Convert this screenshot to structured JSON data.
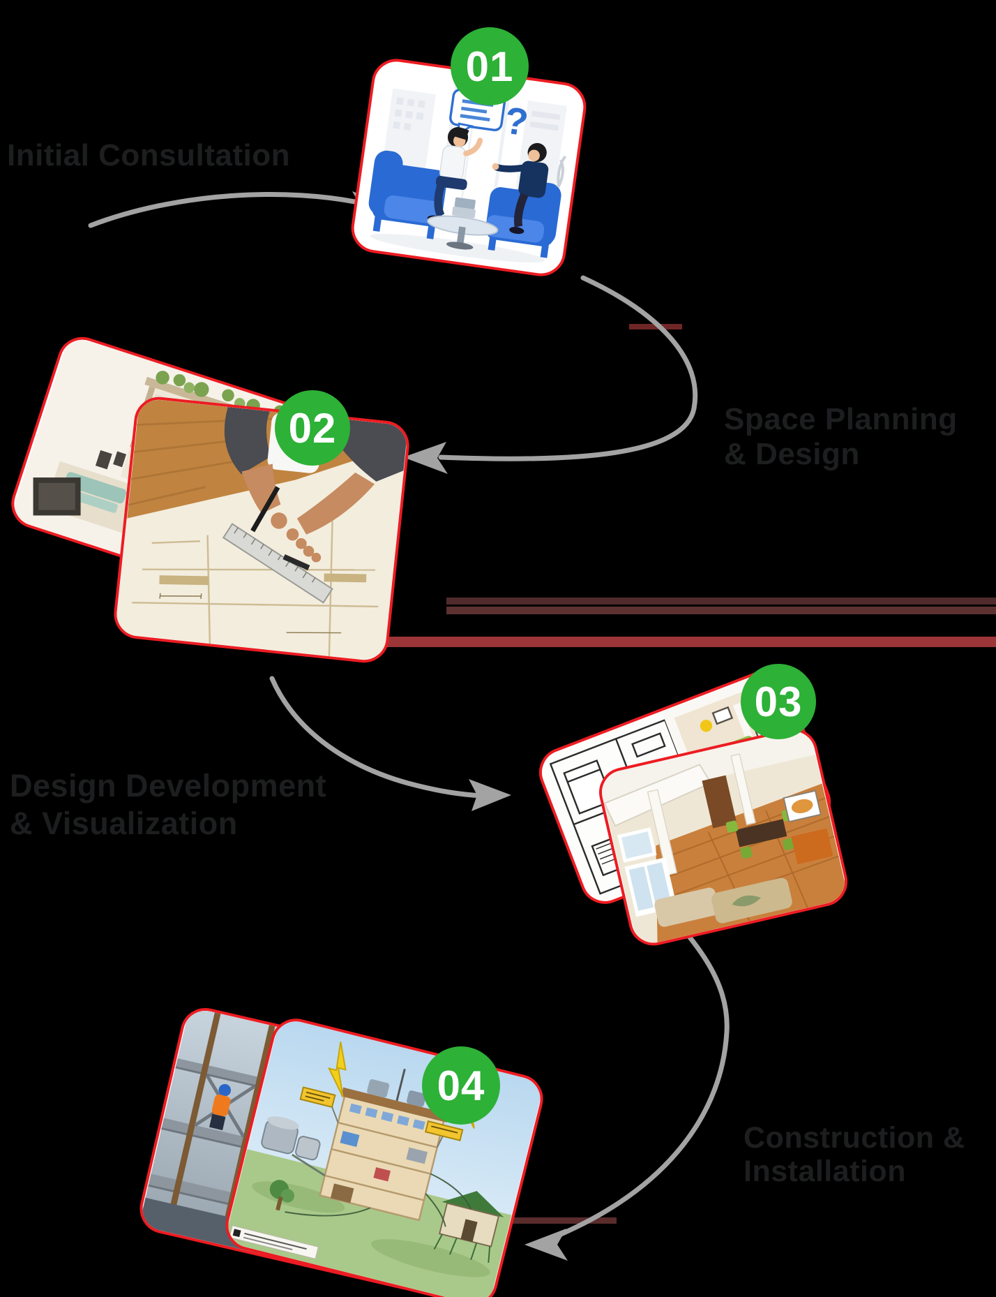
{
  "background": "#000000",
  "colors": {
    "badge_green": "#2db137",
    "card_border": "#ec1c22",
    "arrow_gray": "#a3a3a3",
    "label_text": "#1d1e1f",
    "stripe_dark": "#4f2b2b",
    "stripe_mid": "#5c3130",
    "stripe_bright": "#9c3538",
    "stripe_small": "#5a2c2c"
  },
  "steps": [
    {
      "badge": "01",
      "label_lines": [
        "Initial Consultation"
      ],
      "image_front": "client-consultation-illustration"
    },
    {
      "badge": "02",
      "label_lines": [
        "Space Planning",
        "& Design"
      ],
      "image_back": "3d-floor-plan-model",
      "image_front": "architect-drafting-blueprint"
    },
    {
      "badge": "03",
      "label_lines": [
        "Design Development",
        "& Visualization"
      ],
      "image_back": "floor-plan-sketch",
      "image_front": "3d-interior-render"
    },
    {
      "badge": "04",
      "label_lines": [
        "Construction &",
        "Installation"
      ],
      "image_back": "construction-site-photo",
      "image_front": "building-services-diagram"
    }
  ]
}
